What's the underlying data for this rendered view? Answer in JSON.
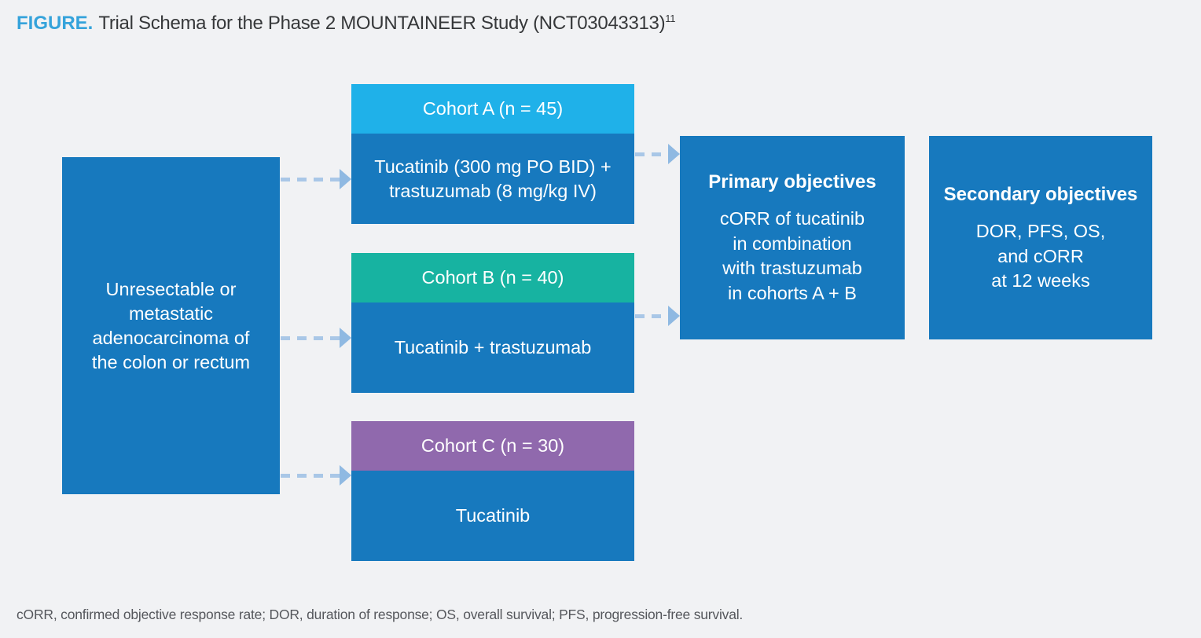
{
  "colors": {
    "background": "#F1F2F4",
    "primary_blue": "#1779BE",
    "cohort_a_header": "#1FB1E9",
    "cohort_b_header": "#17B3A1",
    "cohort_c_header": "#9069AD",
    "figure_label_blue": "#35A3DB",
    "title_text": "#36383A",
    "footnote_text": "#55575C",
    "arrow_dash": "#A9C7E7",
    "arrow_head": "#8FB9E2",
    "box_text": "#FFFFFF"
  },
  "header": {
    "figure_label": "FIGURE.",
    "title": "Trial Schema for the Phase 2 MOUNTAINEER Study (NCT03043313)",
    "reference": "11"
  },
  "population_box": {
    "text": "Unresectable or\nmetastatic\nadenocarcinoma of\nthe colon or rectum"
  },
  "cohorts": [
    {
      "label": "Cohort A (n = 45)",
      "treatment": "Tucatinib (300 mg PO BID) +\ntrastuzumab (8 mg/kg IV)",
      "header_color": "#1FB1E9"
    },
    {
      "label": "Cohort B (n = 40)",
      "treatment": "Tucatinib + trastuzumab",
      "header_color": "#17B3A1"
    },
    {
      "label": "Cohort C (n = 30)",
      "treatment": "Tucatinib",
      "header_color": "#9069AD"
    }
  ],
  "objectives": {
    "primary_heading": "Primary objectives",
    "primary_body": "cORR of tucatinib\nin combination\nwith trastuzumab\nin cohorts A + B",
    "secondary_heading": "Secondary objectives",
    "secondary_body": "DOR, PFS, OS,\nand cORR\nat 12 weeks"
  },
  "footnote": "cORR, confirmed objective response rate; DOR, duration of response; OS, overall survival; PFS, progression-free survival."
}
